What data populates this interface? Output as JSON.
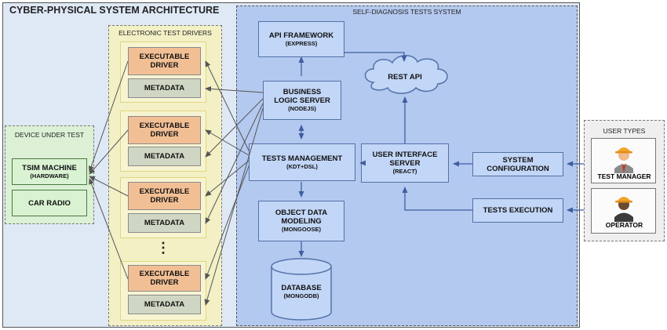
{
  "title": "CYBER-PHYSICAL SYSTEM ARCHITECTURE",
  "electronic_test_drivers": {
    "title": "ELECTRONIC TEST DRIVERS",
    "groups": [
      {
        "executable": "EXECUTABLE\nDRIVER",
        "metadata": "METADATA"
      },
      {
        "executable": "EXECUTABLE\nDRIVER",
        "metadata": "METADATA"
      },
      {
        "executable": "EXECUTABLE\nDRIVER",
        "metadata": "METADATA"
      },
      {
        "executable": "EXECUTABLE\nDRIVER",
        "metadata": "METADATA"
      }
    ],
    "ellipsis": "⋮"
  },
  "device_under_test": {
    "title": "DEVICE UNDER TEST",
    "tsim_title": "TSIM MACHINE",
    "tsim_sub": "(HARDWARE)",
    "car_radio": "CAR RADIO"
  },
  "self_diagnosis": {
    "title": "SELF-DIAGNOSIS TESTS SYSTEM",
    "api_framework": {
      "title": "API FRAMEWORK",
      "sub": "(EXPRESS)"
    },
    "business_logic": {
      "title": "BUSINESS\nLOGIC SERVER",
      "sub": "(NODEJS)"
    },
    "tests_management": {
      "title": "TESTS MANAGEMENT",
      "sub": "(KDT+DSL)"
    },
    "object_data": {
      "title": "OBJECT DATA\nMODELING",
      "sub": "(MONGOOSE)"
    },
    "database": {
      "title": "DATABASE",
      "sub": "(MONGODB)"
    },
    "rest_api": "REST API",
    "ui_server": {
      "title": "USER INTERFACE\nSERVER",
      "sub": "(REACT)"
    },
    "system_configuration": "SYSTEM\nCONFIGURATION",
    "tests_execution": "TESTS EXECUTION"
  },
  "user_types": {
    "title": "USER TYPES",
    "test_manager": "TEST MANAGER",
    "operator": "OPERATOR"
  },
  "colors": {
    "outer_bg": "#dfe9f6",
    "drivers_bg": "#f3f0c6",
    "executable": "#f2bf95",
    "metadata": "#cfd7c4",
    "dut_bg": "#dbf0d5",
    "sds_bg": "#b4c9ef",
    "server_box": "#c2d6f7",
    "arrow_blue": "#3f5fa0",
    "arrow_gray": "#555555"
  }
}
